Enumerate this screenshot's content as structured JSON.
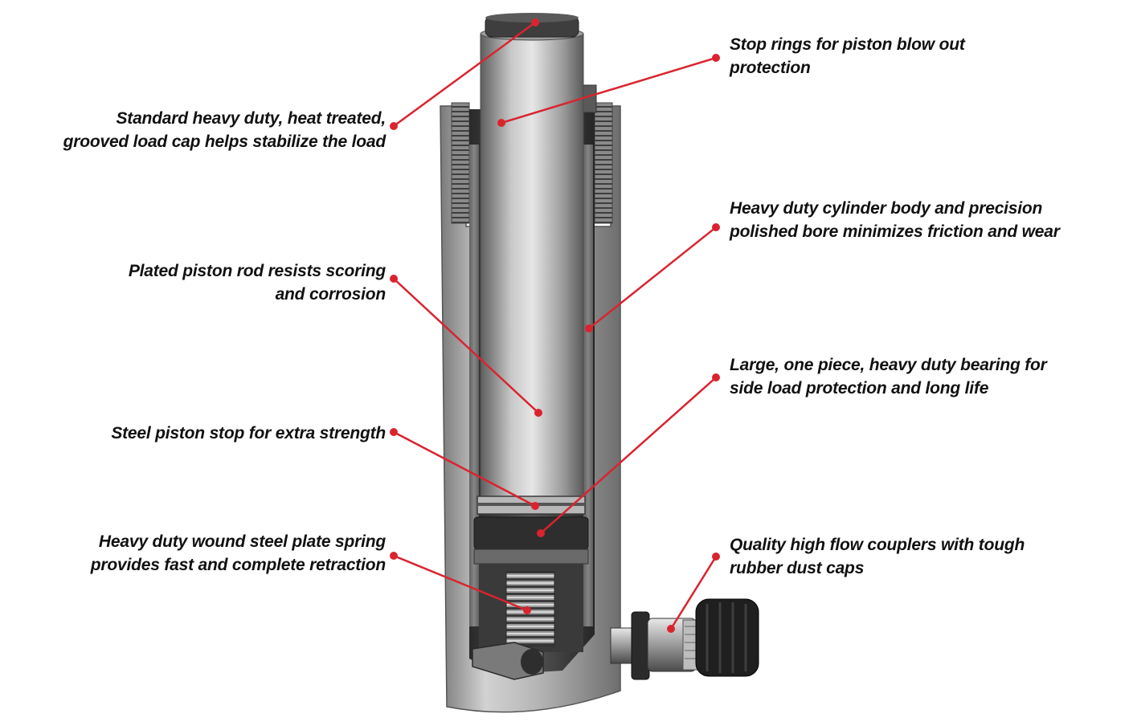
{
  "colors": {
    "leader": "#d9242f",
    "text": "#111111",
    "steel_light": "#c9c9c9",
    "steel_mid": "#9a9a9a",
    "steel_dark": "#3a3a3a"
  },
  "callouts": [
    {
      "id": "load-cap",
      "lines": [
        "Standard heavy duty, heat treated,",
        "grooved load cap helps stabilize the load"
      ]
    },
    {
      "id": "stop-rings",
      "lines": [
        "Stop rings for piston blow out",
        "protection"
      ]
    },
    {
      "id": "cylinder-body",
      "lines": [
        "Heavy duty cylinder body and precision",
        "polished bore minimizes friction and wear"
      ]
    },
    {
      "id": "piston-rod",
      "lines": [
        "Plated piston rod resists scoring",
        "and corrosion"
      ]
    },
    {
      "id": "bearing",
      "lines": [
        "Large, one piece, heavy duty bearing for",
        "side load protection and long life"
      ]
    },
    {
      "id": "piston-stop",
      "lines": [
        "Steel piston stop for extra strength"
      ]
    },
    {
      "id": "spring",
      "lines": [
        "Heavy duty wound steel plate spring",
        "provides fast and complete retraction"
      ]
    },
    {
      "id": "couplers",
      "lines": [
        "Quality high flow couplers with tough",
        "rubber dust caps"
      ]
    }
  ]
}
